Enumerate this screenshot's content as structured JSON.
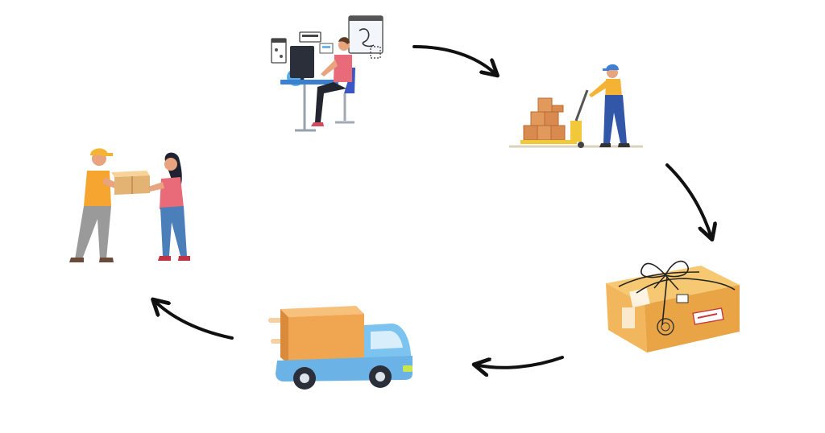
{
  "diagram": {
    "type": "cycle",
    "direction": "clockwise",
    "stages": [
      {
        "icon": "person-at-computer-icon"
      },
      {
        "icon": "worker-pallet-jack-icon"
      },
      {
        "icon": "tied-parcel-box-icon"
      },
      {
        "icon": "delivery-truck-icon"
      },
      {
        "icon": "package-handover-icon"
      }
    ],
    "arrow_count": 5
  },
  "colors": {
    "arrow": "#111111",
    "box": "#f2b65c",
    "box_shade": "#d9903a",
    "truck_cab": "#7cc3ef",
    "truck_body": "#f0a650",
    "worker_shirt": "#f5b335",
    "worker_pants": "#3257a8",
    "cap": "#3f7fd6",
    "skin": "#e7a47f",
    "woman_top": "#e96a78",
    "jeans": "#4a7fba"
  }
}
